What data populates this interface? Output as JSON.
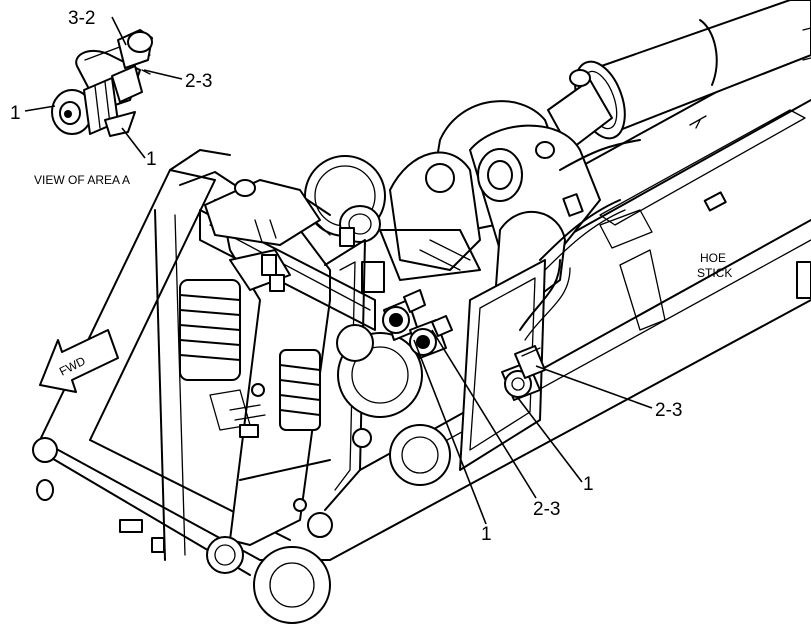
{
  "diagram": {
    "view_title": "VIEW OF AREA A",
    "stick_label_line1": "HOE",
    "stick_label_line2": "STICK",
    "fwd_label": "FWD",
    "callouts": [
      {
        "id": "inset-3-2",
        "text": "3-2"
      },
      {
        "id": "inset-2-3",
        "text": "2-3"
      },
      {
        "id": "inset-1-left",
        "text": "1"
      },
      {
        "id": "inset-1-bottom",
        "text": "1"
      },
      {
        "id": "main-2-3-right",
        "text": "2-3"
      },
      {
        "id": "main-1-right",
        "text": "1"
      },
      {
        "id": "main-2-3-bottom",
        "text": "2-3"
      },
      {
        "id": "main-1-bottom",
        "text": "1"
      }
    ]
  }
}
